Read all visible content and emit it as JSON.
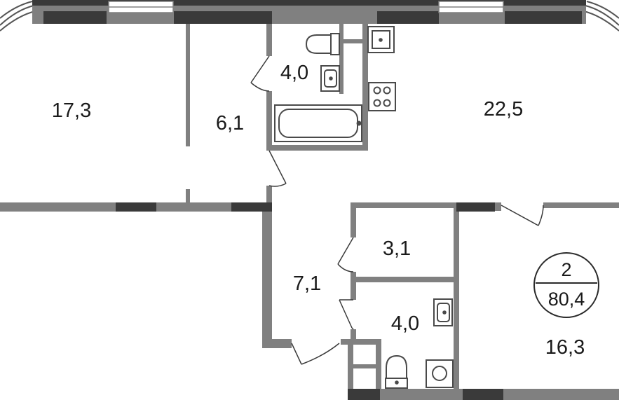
{
  "rooms": {
    "room_17_3": "17,3",
    "hall_6_1": "6,1",
    "bathroom_top": "4,0",
    "kitchen_22_5": "22,5",
    "storage_3_1": "3,1",
    "corridor_7_1": "7,1",
    "bathroom_bottom": "4,0",
    "room_16_3": "16,3"
  },
  "badge": {
    "rooms_count": "2",
    "total_area": "80,4"
  },
  "colors": {
    "wall": "#808080",
    "wall_dark": "#3a3a3a",
    "fixture": "#4a4a4a",
    "background": "#ffffff"
  }
}
